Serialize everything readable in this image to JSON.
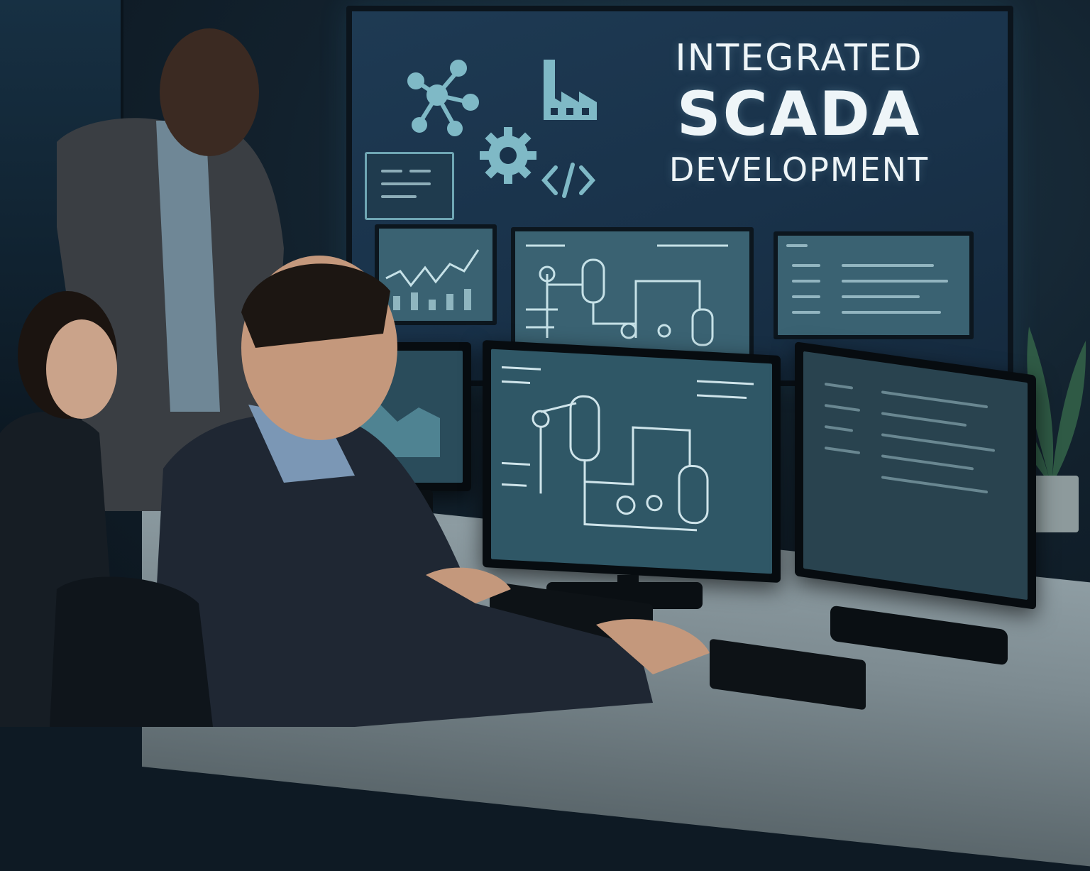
{
  "headline": {
    "line1": "INTEGRATED",
    "line2": "SCADA",
    "line3": "DEVELOPMENT"
  },
  "icons": [
    "network-nodes-icon",
    "factory-icon",
    "gear-icon",
    "code-brackets-icon"
  ],
  "colors": {
    "wall_screen": "#19324a",
    "accent": "#7fb9c6",
    "headline_text": "#eef5f8"
  }
}
